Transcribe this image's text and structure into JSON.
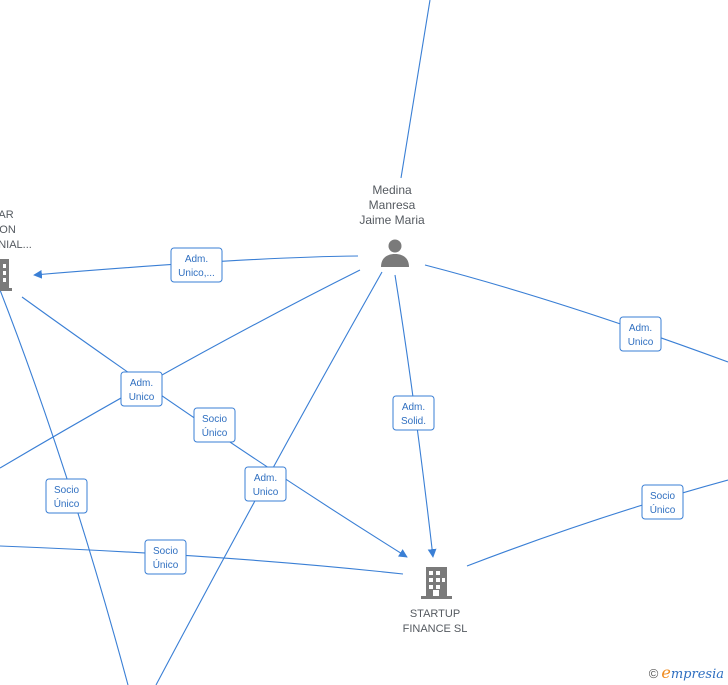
{
  "nodes": {
    "person_main": {
      "lines": [
        "Medina",
        "Manresa",
        "Jaime Maria"
      ],
      "icon": "person-icon"
    },
    "company_startup": {
      "lines": [
        "STARTUP",
        "FINANCE  SL"
      ],
      "icon": "building-icon"
    },
    "company_left_partial": {
      "lines": [
        "AR",
        "ION",
        "NIAL..."
      ],
      "icon": "building-icon"
    }
  },
  "edge_labels": {
    "adm_unico_ellipsis": [
      "Adm.",
      "Unico,..."
    ],
    "adm_unico_right": [
      "Adm.",
      "Unico"
    ],
    "adm_unico_center_left": [
      "Adm.",
      "Unico"
    ],
    "socio_unico_center": [
      "Socio",
      "Único"
    ],
    "adm_solid": [
      "Adm.",
      "Solid."
    ],
    "adm_unico_lower": [
      "Adm.",
      "Unico"
    ],
    "socio_unico_left": [
      "Socio",
      "Único"
    ],
    "socio_unico_bottom": [
      "Socio",
      "Único"
    ],
    "socio_unico_right": [
      "Socio",
      "Único"
    ]
  },
  "watermark": {
    "copyright": "©",
    "brand_initial": "e",
    "brand_rest": "mpresia"
  },
  "colors": {
    "edge": "#3a7fd5",
    "label_text": "#2f6fc0",
    "node_icon": "#7a7a7a",
    "node_text": "#555a60",
    "brand_accent": "#f08a1c"
  }
}
